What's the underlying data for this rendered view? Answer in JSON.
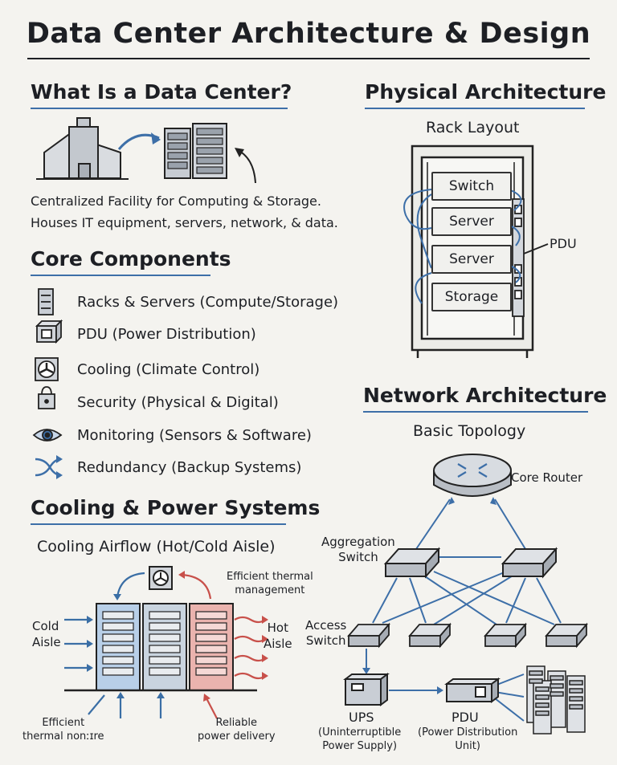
{
  "title": "Data Center Architecture & Design",
  "what_is": {
    "heading": "What Is a Data Center?",
    "line1": "Centralized Facility for Computing & Storage.",
    "line2": "Houses IT equipment, servers, network, & data."
  },
  "core": {
    "heading": "Core Components",
    "items": [
      {
        "icon": "server-rack-icon",
        "label": "Racks & Servers (Compute/Storage)"
      },
      {
        "icon": "pdu-box-icon",
        "label": "PDU (Power Distribution)"
      },
      {
        "icon": "fan-icon",
        "label": "Cooling (Climate Control)"
      },
      {
        "icon": "padlock-icon",
        "label": "Security (Physical & Digital)"
      },
      {
        "icon": "eye-icon",
        "label": "Monitoring (Sensors & Software)"
      },
      {
        "icon": "shuffle-arrows-icon",
        "label": "Redundancy (Backup Systems)"
      }
    ]
  },
  "cooling": {
    "heading": "Cooling & Power Systems",
    "subtitle": "Cooling Airflow (Hot/Cold Aisle)",
    "cold_aisle": "Cold\nAisle",
    "hot_aisle": "Hot\nAisle",
    "thermal_top": "Efficient thermal\nmanagement",
    "thermal_bottom": "Efficient\nthermal nonːɪre",
    "power": "Reliable\npower delivery",
    "colors": {
      "cold": "#a9c6e6",
      "hot": "#e8a3a0",
      "arrow_cold": "#3a6ea5",
      "arrow_hot": "#c8504a"
    }
  },
  "physical": {
    "heading": "Physical Architecture",
    "subtitle": "Rack Layout",
    "slots": [
      "Switch",
      "Server",
      "Server",
      "Storage"
    ],
    "pdu_label": "PDU"
  },
  "network": {
    "heading": "Network Architecture",
    "subtitle": "Basic Topology",
    "core_router": "Core Router",
    "aggregation": "Aggregation\nSwitch",
    "access": "Access\nSwitch",
    "ups": "UPS",
    "ups_desc": "(Uninterruptible\nPower Supply)",
    "pdu": "PDU",
    "pdu_desc": "(Power Distribution\nUnit)"
  },
  "colors": {
    "accent": "#3d6fa8",
    "ink": "#1d1f24",
    "paper": "#f4f3ef"
  }
}
